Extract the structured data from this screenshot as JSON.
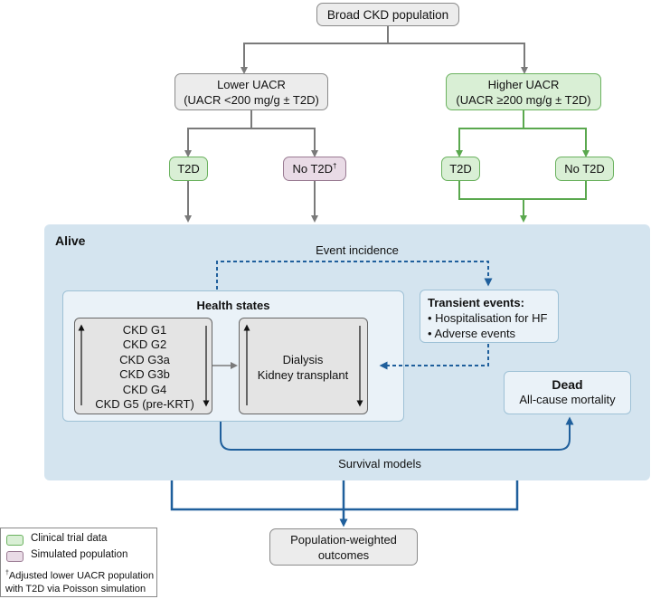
{
  "top": {
    "label": "Broad CKD population"
  },
  "lower": {
    "line1": "Lower UACR",
    "line2": "(UACR <200 mg/g ± T2D)"
  },
  "higher": {
    "line1": "Higher UACR",
    "line2": "(UACR ≥200 mg/g ± T2D)"
  },
  "lower_t2d": "T2D",
  "lower_not2d": "No T2D",
  "lower_not2d_mark": "†",
  "higher_t2d": "T2D",
  "higher_not2d": "No T2D",
  "alive": {
    "title": "Alive",
    "event_incidence": "Event incidence",
    "health_states_title": "Health states",
    "ckd_stages": [
      "CKD G1",
      "CKD G2",
      "CKD G3a",
      "CKD G3b",
      "CKD G4",
      "CKD G5 (pre-KRT)"
    ],
    "krt_stages": [
      "Dialysis",
      "Kidney transplant"
    ],
    "transient_title": "Transient events:",
    "transient_items": [
      "• Hospitalisation for HF",
      "• Adverse events"
    ],
    "dead_title": "Dead",
    "dead_sub": "All-cause mortality",
    "survival_models": "Survival models"
  },
  "outcome": {
    "line1": "Population-weighted",
    "line2": "outcomes"
  },
  "legend": {
    "items": [
      {
        "label": "Clinical trial data",
        "color": "#d9efd5"
      },
      {
        "label": "Simulated population",
        "color": "#e9dbe6"
      }
    ],
    "footnote_mark": "†",
    "footnote_line1": "Adjusted lower UACR population",
    "footnote_line2": "with T2D via Poisson simulation"
  },
  "colors": {
    "grey_line": "#7a7a7a",
    "green_line": "#5aa84e",
    "blue_line": "#1f5f9c",
    "panel": "#d4e4ef"
  }
}
